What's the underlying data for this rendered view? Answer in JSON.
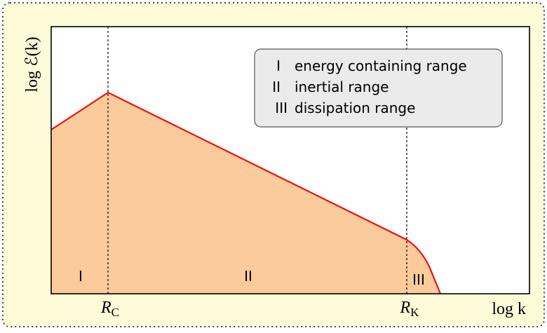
{
  "figure": {
    "y_axis_label": "log ℰ(k)",
    "x_axis_label": "log k",
    "tick_rc": {
      "main": "R",
      "sub": "C"
    },
    "tick_rk": {
      "main": "R",
      "sub": "K"
    },
    "region_labels": [
      "I",
      "II",
      "III"
    ],
    "legend": [
      {
        "numeral": "I",
        "text": "energy containing range"
      },
      {
        "numeral": "II",
        "text": "inertial range"
      },
      {
        "numeral": "III",
        "text": "dissipation range"
      }
    ],
    "colors": {
      "background": "#fdfbd8",
      "fill": "#fbcb9b",
      "curve": "#ee1111",
      "legend_bg": "#ebebeb"
    }
  }
}
